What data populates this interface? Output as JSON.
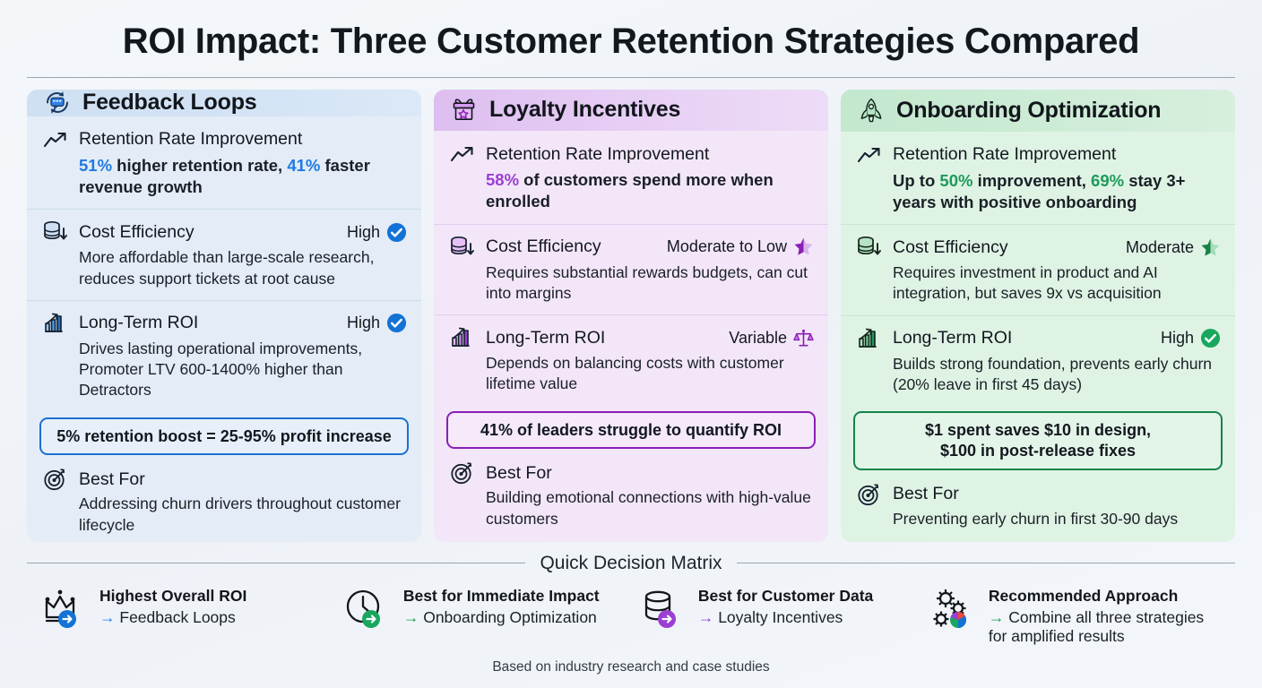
{
  "title": "ROI Impact: Three Customer Retention Strategies Compared",
  "colors": {
    "blue": "#1f7ae0",
    "purple": "#9b3fd4",
    "green": "#1d9a5a"
  },
  "cards": [
    {
      "icon": "feedback-loop-icon",
      "title": "Feedback Loops",
      "retention": {
        "label": "Retention Rate Improvement",
        "stat_a": "51%",
        "stat_a_tail": " higher retention rate, ",
        "stat_b": "41%",
        "stat_b_tail": " faster revenue growth"
      },
      "cost": {
        "label": "Cost Efficiency",
        "rating": "High",
        "rating_icon": "check-circle-icon",
        "desc": "More affordable than large-scale research, reduces support tickets at root cause"
      },
      "roi": {
        "label": "Long-Term ROI",
        "rating": "High",
        "rating_icon": "check-circle-icon",
        "desc": "Drives lasting operational improvements, Promoter LTV 600-1400% higher than Detractors"
      },
      "callout": "5% retention boost = 25-95% profit increase",
      "best_for": {
        "label": "Best For",
        "desc": "Addressing churn drivers throughout customer lifecycle"
      }
    },
    {
      "icon": "gift-icon",
      "title": "Loyalty Incentives",
      "retention": {
        "label": "Retention Rate Improvement",
        "stat_a": "58%",
        "stat_a_tail": " of customers spend more when enrolled",
        "stat_b": "",
        "stat_b_tail": ""
      },
      "cost": {
        "label": "Cost Efficiency",
        "rating": "Moderate to Low",
        "rating_icon": "half-star-icon",
        "desc": "Requires substantial rewards budgets, can cut into margins"
      },
      "roi": {
        "label": "Long-Term ROI",
        "rating": "Variable",
        "rating_icon": "balance-scale-icon",
        "desc": "Depends on balancing costs with customer lifetime value"
      },
      "callout": "41% of leaders struggle to quantify ROI",
      "best_for": {
        "label": "Best For",
        "desc": "Building emotional connections with high-value customers"
      }
    },
    {
      "icon": "rocket-icon",
      "title": "Onboarding Optimization",
      "retention": {
        "label": "Retention Rate Improvement",
        "stat_a": "50%",
        "stat_a_lead": "Up to ",
        "stat_a_tail": " improvement, ",
        "stat_b": "69%",
        "stat_b_tail": " stay 3+ years with positive onboarding"
      },
      "cost": {
        "label": "Cost Efficiency",
        "rating": "Moderate",
        "rating_icon": "half-star-icon",
        "desc": "Requires investment in product and AI integration, but saves 9x vs acquisition"
      },
      "roi": {
        "label": "Long-Term ROI",
        "rating": "High",
        "rating_icon": "check-circle-icon",
        "desc": "Builds strong foundation, prevents early churn (20% leave in first 45 days)"
      },
      "callout_line1": "$1 spent saves $10 in design,",
      "callout_line2": "$100 in post-release fixes",
      "best_for": {
        "label": "Best For",
        "desc": "Preventing early churn in first 30-90 days"
      }
    }
  ],
  "matrix": {
    "heading": "Quick Decision Matrix",
    "items": [
      {
        "icon": "crown-arrow-icon",
        "title": "Highest Overall ROI",
        "arrow": "→",
        "answer": "Feedback Loops"
      },
      {
        "icon": "clock-arrow-icon",
        "title": "Best for Immediate Impact",
        "arrow": "→",
        "answer": "Onboarding Optimization"
      },
      {
        "icon": "database-arrow-icon",
        "title": "Best for Customer Data",
        "arrow": "→",
        "answer": "Loyalty Incentives"
      },
      {
        "icon": "gears-icon",
        "title": "Recommended Approach",
        "arrow": "→",
        "answer": "Combine all three strategies for amplified results"
      }
    ]
  },
  "footnote": "Based on industry research and case studies"
}
